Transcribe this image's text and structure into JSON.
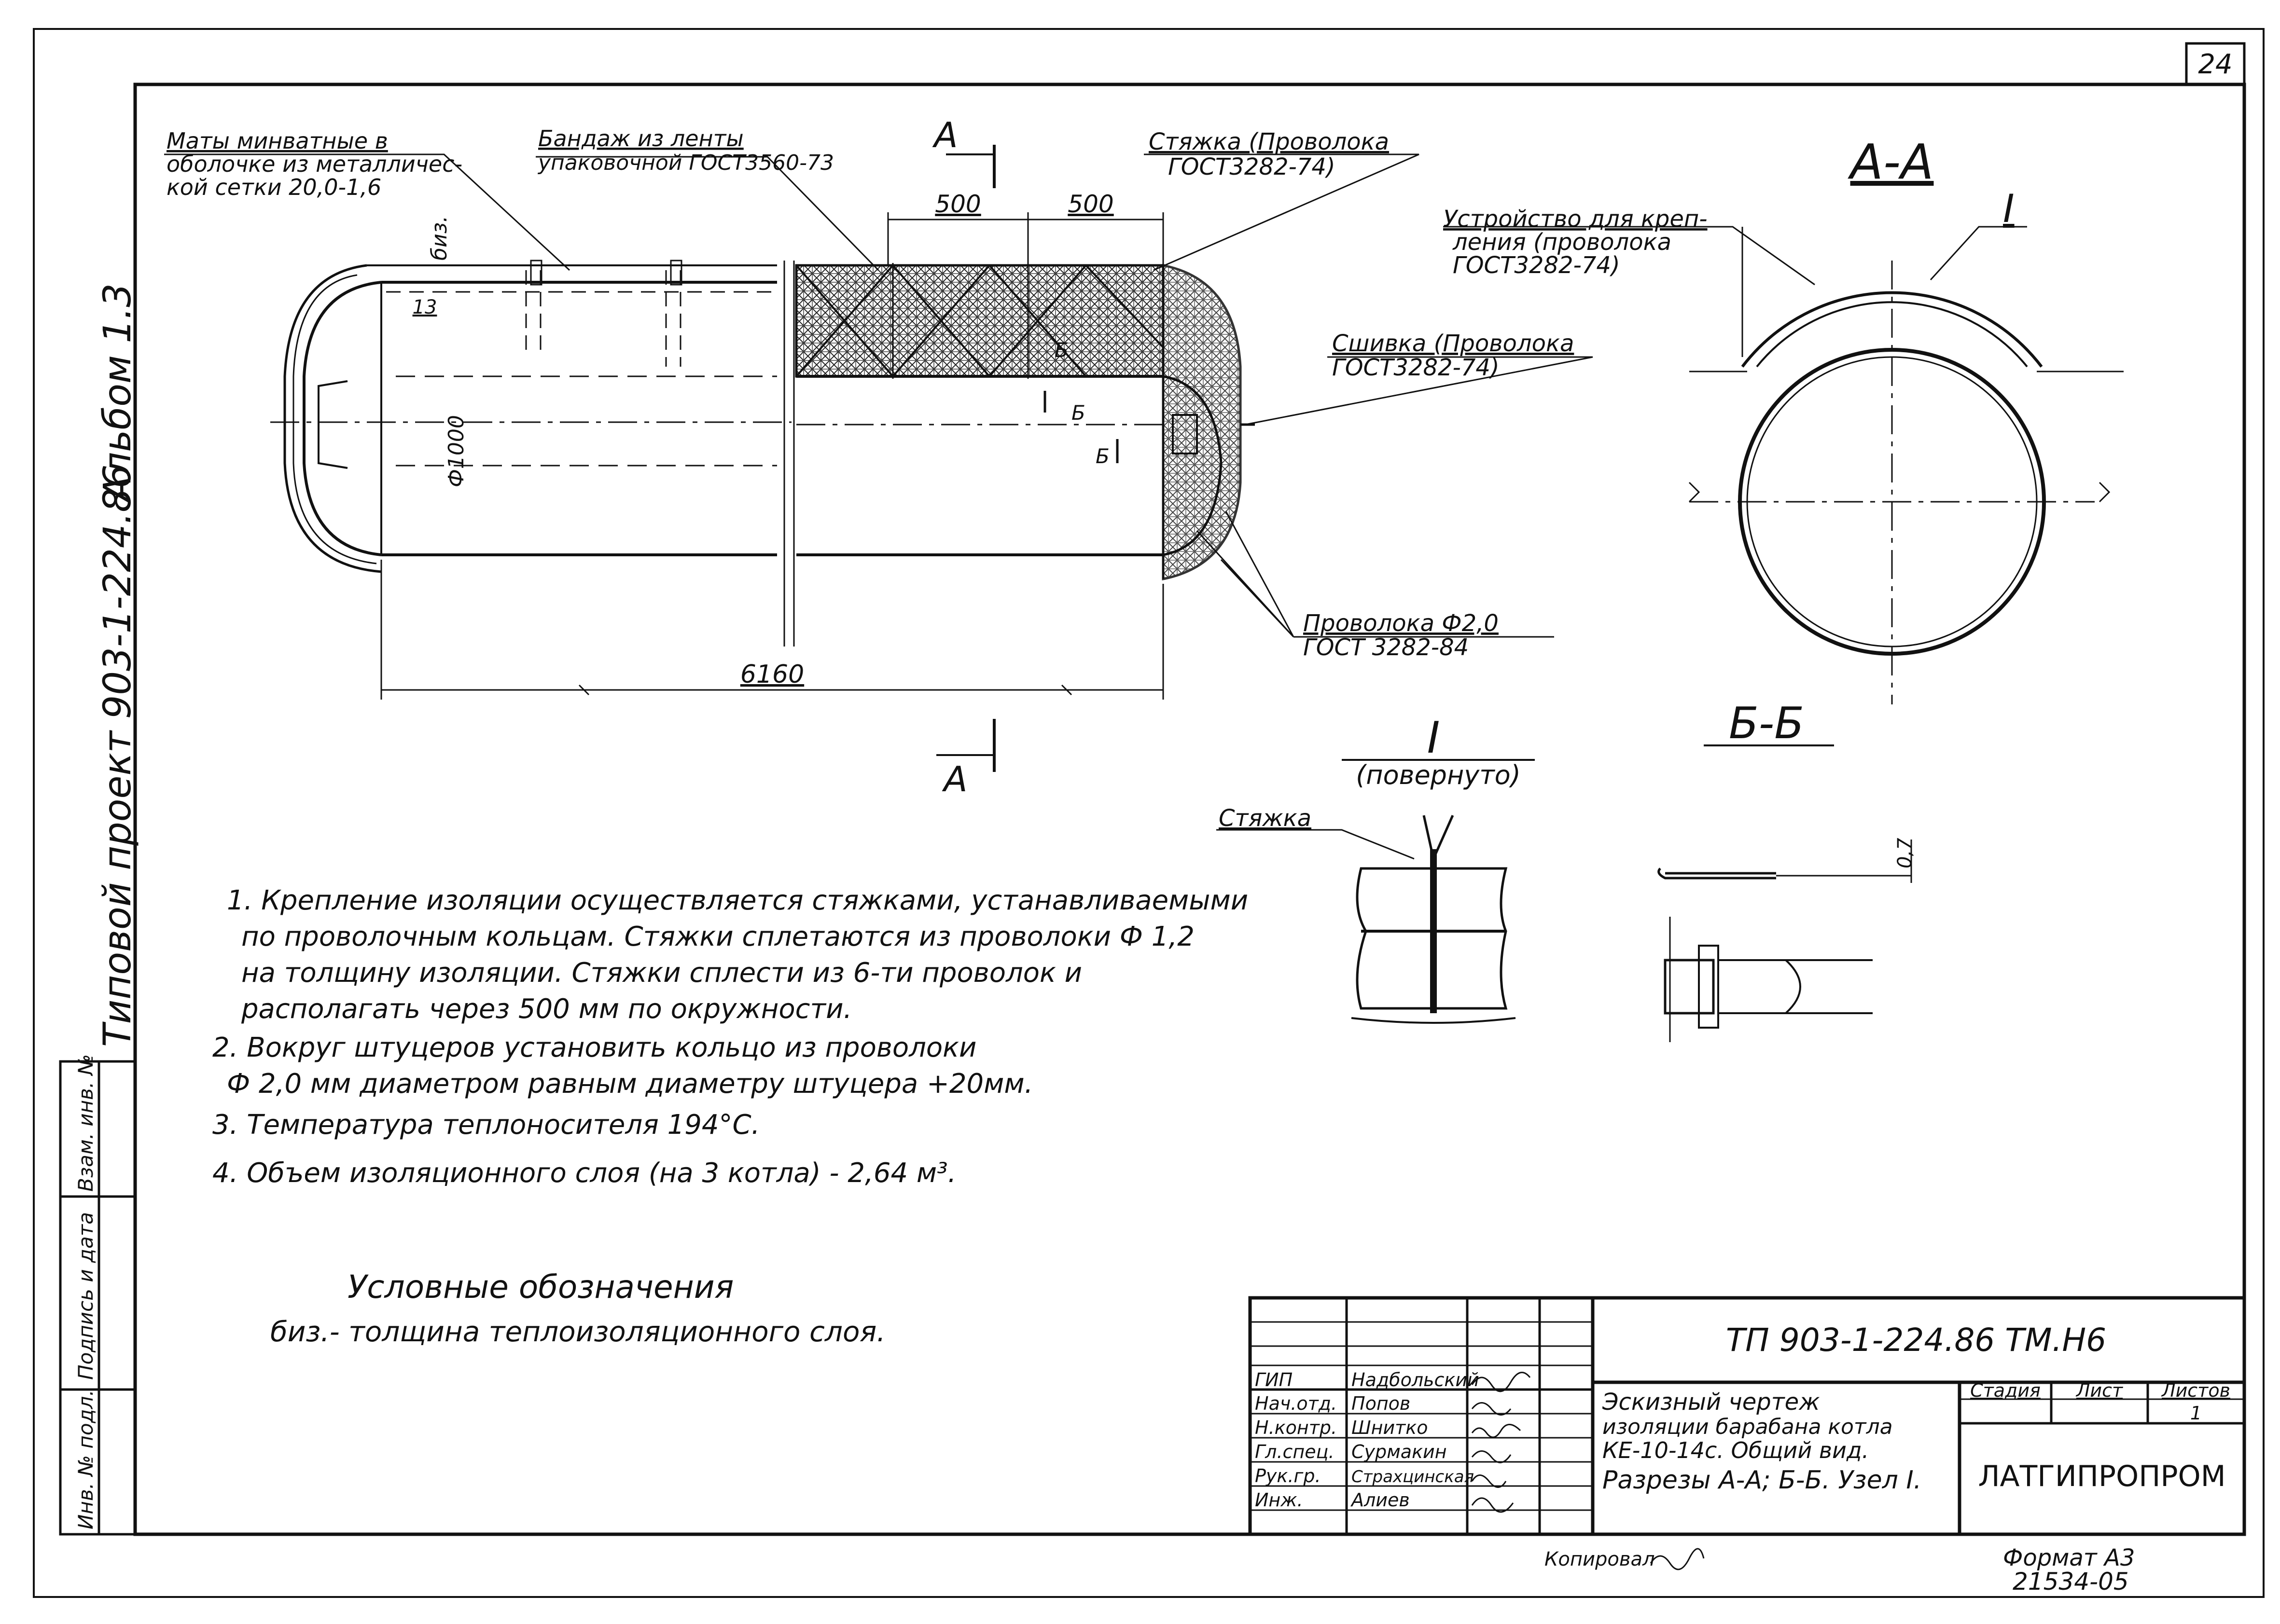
{
  "sheet_number": "24",
  "album": "Альбом 1.3",
  "project": "Типовой проект 903-1-224.86",
  "side_stamp": {
    "inv_no": "Инв. № подл.",
    "signature_date": "Подпись и дата",
    "replaces_inv": "Взам. инв. №"
  },
  "main_view": {
    "label_mats": "Маты минватные в оболочке из металличес-кой сетки 20,0-1,6",
    "label_mats_line1": "Маты минватные в",
    "label_mats_line2": "оболочке из металличес-",
    "label_mats_line3": "кой сетки 20,0-1,6",
    "label_bandage_line1": "Бандаж из ленты",
    "label_bandage_line2": "упаковочной ГОСТ3560-73",
    "label_tie_line1": "Стяжка (Проволока",
    "label_tie_line2": "ГОСТ3282-74)",
    "label_seam_line1": "Сшивка (Проволока",
    "label_seam_line2": "ГОСТ3282-74)",
    "label_wire_line1": "Проволока Ф2,0",
    "label_wire_line2": "ГОСТ 3282-84",
    "dim_500a": "500",
    "dim_500b": "500",
    "dim_13": "13",
    "dim_biz": "биз.",
    "dim_phi1000": "Ф1000",
    "dim_6160": "6160",
    "section_a_top": "А",
    "section_a_bottom": "А",
    "section_b1": "Б",
    "section_b2": "Б",
    "section_b3": "Б"
  },
  "section_aa": {
    "title": "А-А",
    "label_line1": "Устройство для креп-",
    "label_line2": "ления (проволока",
    "label_line3": "ГОСТ3282-74)",
    "node_mark": "I"
  },
  "node_i": {
    "title": "I",
    "subtitle": "(повернуто)",
    "label": "Стяжка"
  },
  "section_bb": {
    "title": "Б-Б",
    "dim": "0,7"
  },
  "notes": [
    "1. Крепление изоляции осуществляется стяжками, устанавливаемыми",
    "по проволочным кольцам. Стяжки сплетаются из проволоки Ф 1,2",
    "на толщину изоляции. Стяжки сплести из 6-ти проволок и",
    "располагать через 500 мм по окружности.",
    "2. Вокруг штуцеров установить кольцо из проволоки",
    "Ф 2,0 мм диаметром равным диаметру штуцера +20мм.",
    "3. Температура теплоносителя 194°С.",
    "4. Объем изоляционного слоя (на 3 котла) - 2,64 м³."
  ],
  "legend": {
    "title": "Условные обозначения",
    "item": "биз.- толщина теплоизоляционного слоя."
  },
  "title_block": {
    "code": "ТП 903-1-224.86   ТМ.Н6",
    "roles": [
      "ГИП",
      "Нач.отд.",
      "Н.контр.",
      "Гл.спец.",
      "Рук.гр.",
      "Инж."
    ],
    "names": [
      "Надбольский",
      "Попов",
      "Шнитко",
      "Сурмакин",
      "Страхцинская",
      "Алиев"
    ],
    "drawing_title_line1": "Эскизный чертеж",
    "drawing_title_line2": "изоляции барабана котла",
    "drawing_title_line3": "КЕ-10-14с. Общий вид.",
    "drawing_title_line4": "Разрезы А-А; Б-Б. Узел I.",
    "col_stage": "Стадия",
    "col_sheet": "Лист",
    "col_sheets": "Листов",
    "sheets_value": "1",
    "organization": "ЛАТГИПРОПРОМ"
  },
  "footer": {
    "copied": "Копировал",
    "format": "Формат А3",
    "number": "21534-05"
  }
}
